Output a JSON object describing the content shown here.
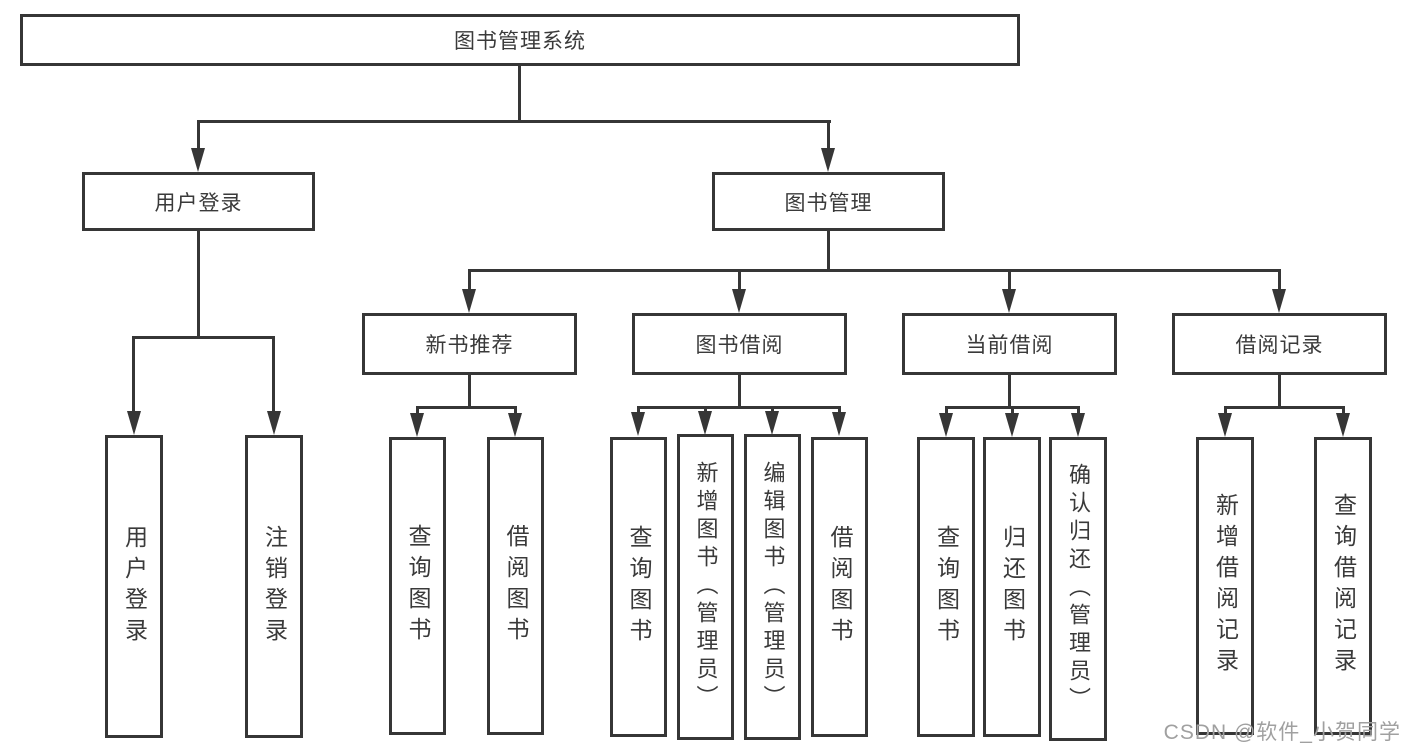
{
  "tree": {
    "root": {
      "label": "图书管理系统"
    },
    "branches": [
      {
        "label": "用户登录",
        "children": [
          {
            "label": "用户登录"
          },
          {
            "label": "注销登录"
          }
        ]
      },
      {
        "label": "图书管理",
        "children": [
          {
            "label": "新书推荐",
            "children": [
              {
                "label": "查询图书"
              },
              {
                "label": "借阅图书"
              }
            ]
          },
          {
            "label": "图书借阅",
            "children": [
              {
                "label": "查询图书"
              },
              {
                "label": "新增图书（管理员）"
              },
              {
                "label": "编辑图书（管理员）"
              },
              {
                "label": "借阅图书"
              }
            ]
          },
          {
            "label": "当前借阅",
            "children": [
              {
                "label": "查询图书"
              },
              {
                "label": "归还图书"
              },
              {
                "label": "确认归还（管理员）"
              }
            ]
          },
          {
            "label": "借阅记录",
            "children": [
              {
                "label": "新增借阅记录"
              },
              {
                "label": "查询借阅记录"
              }
            ]
          }
        ]
      }
    ]
  },
  "watermark": {
    "text": "CSDN @软件_小贺同学"
  },
  "colors": {
    "line": "#363636",
    "text": "#3a3a3a",
    "background": "#ffffff",
    "watermark": "#a0a0a0"
  }
}
